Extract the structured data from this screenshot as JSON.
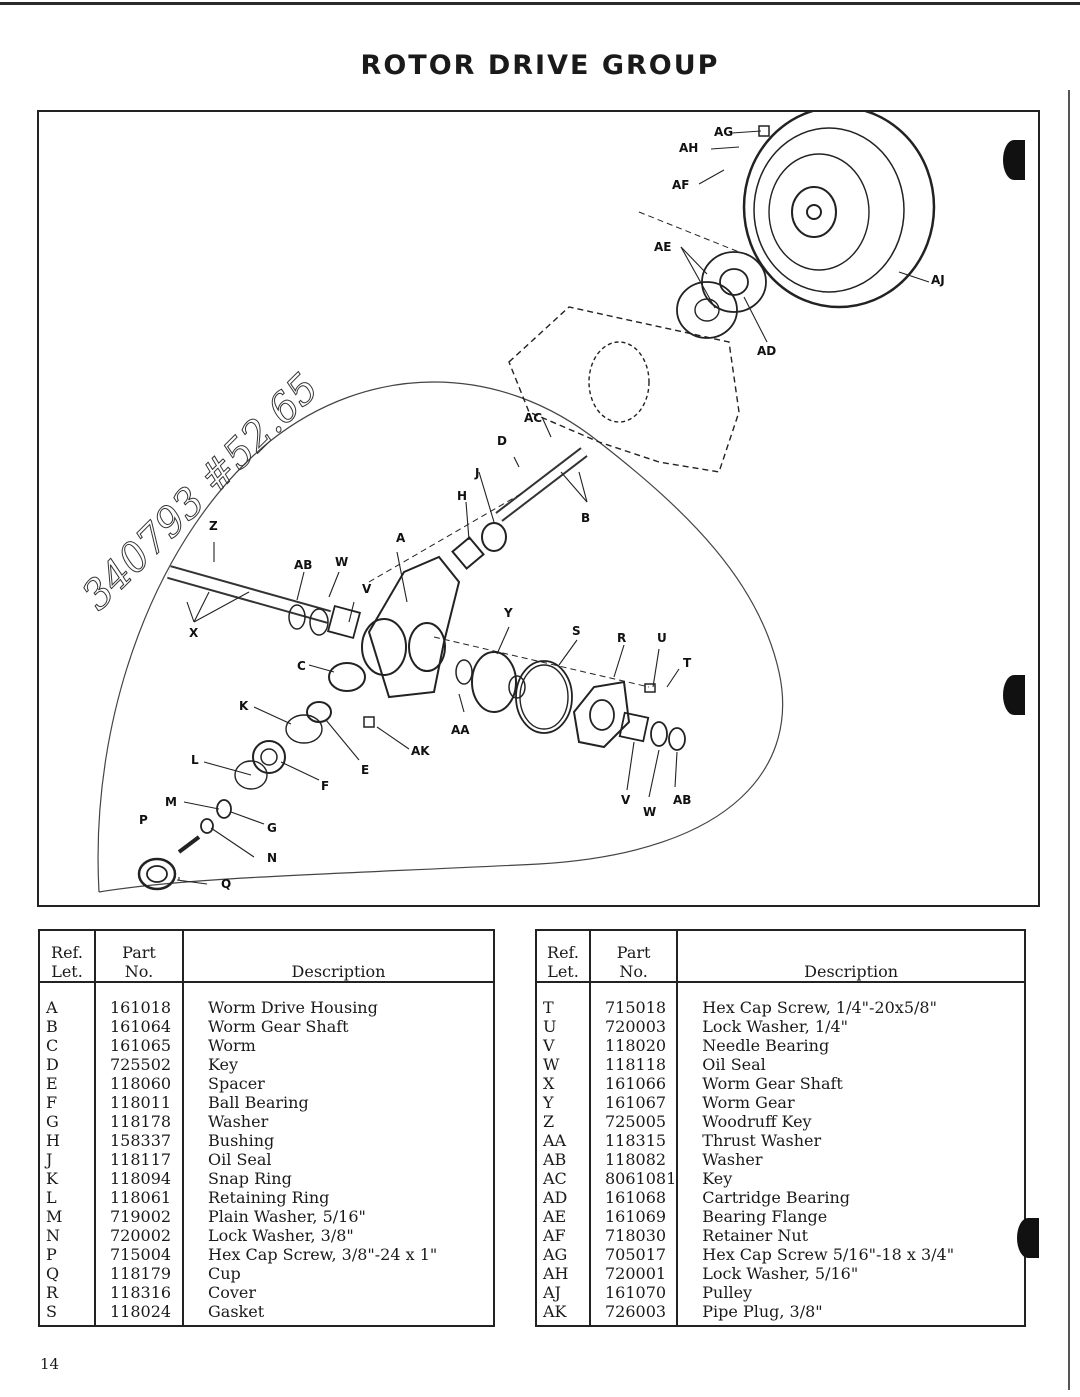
{
  "page": {
    "title": "ROTOR DRIVE GROUP",
    "page_number": "14",
    "handwritten_note": "340793 #52.65"
  },
  "diagram": {
    "labels": {
      "AG": "AG",
      "AH": "AH",
      "AF": "AF",
      "AE": "AE",
      "AJ": "AJ",
      "AD": "AD",
      "AC": "AC",
      "D": "D",
      "J": "J",
      "H": "H",
      "B": "B",
      "Z": "Z",
      "A": "A",
      "AB1": "AB",
      "W1": "W",
      "V1": "V",
      "X": "X",
      "Y": "Y",
      "S": "S",
      "R": "R",
      "U": "U",
      "T": "T",
      "C": "C",
      "K": "K",
      "AA": "AA",
      "AK": "AK",
      "E": "E",
      "L": "L",
      "F": "F",
      "M": "M",
      "P": "P",
      "G": "G",
      "N": "N",
      "Q": "Q",
      "V2": "V",
      "W2": "W",
      "AB2": "AB"
    }
  },
  "table_headers": {
    "ref_line1": "Ref.",
    "ref_line2": "Let.",
    "part_line1": "Part",
    "part_line2": "No.",
    "description": "Description"
  },
  "parts_left": [
    {
      "let": "A",
      "no": "161018",
      "desc": "Worm Drive Housing"
    },
    {
      "let": "B",
      "no": "161064",
      "desc": "Worm Gear Shaft"
    },
    {
      "let": "C",
      "no": "161065",
      "desc": "Worm"
    },
    {
      "let": "D",
      "no": "725502",
      "desc": "Key"
    },
    {
      "let": "E",
      "no": "118060",
      "desc": "Spacer"
    },
    {
      "let": "F",
      "no": "118011",
      "desc": "Ball Bearing"
    },
    {
      "let": "G",
      "no": "118178",
      "desc": "Washer"
    },
    {
      "let": "H",
      "no": "158337",
      "desc": "Bushing"
    },
    {
      "let": "J",
      "no": "118117",
      "desc": "Oil Seal"
    },
    {
      "let": "K",
      "no": "118094",
      "desc": "Snap Ring"
    },
    {
      "let": "L",
      "no": "118061",
      "desc": "Retaining Ring"
    },
    {
      "let": "M",
      "no": "719002",
      "desc": "Plain Washer, 5/16\""
    },
    {
      "let": "N",
      "no": "720002",
      "desc": "Lock Washer, 3/8\""
    },
    {
      "let": "P",
      "no": "715004",
      "desc": "Hex Cap Screw, 3/8\"-24 x 1\""
    },
    {
      "let": "Q",
      "no": "118179",
      "desc": "Cup"
    },
    {
      "let": "R",
      "no": "118316",
      "desc": "Cover"
    },
    {
      "let": "S",
      "no": "118024",
      "desc": "Gasket"
    }
  ],
  "parts_right": [
    {
      "let": "T",
      "no": "715018",
      "desc": "Hex Cap Screw, 1/4\"-20x5/8\""
    },
    {
      "let": "U",
      "no": "720003",
      "desc": "Lock Washer, 1/4\""
    },
    {
      "let": "V",
      "no": "118020",
      "desc": "Needle Bearing"
    },
    {
      "let": "W",
      "no": "118118",
      "desc": "Oil Seal"
    },
    {
      "let": "X",
      "no": "161066",
      "desc": "Worm Gear Shaft"
    },
    {
      "let": "Y",
      "no": "161067",
      "desc": "Worm Gear"
    },
    {
      "let": "Z",
      "no": "725005",
      "desc": "Woodruff Key"
    },
    {
      "let": "AA",
      "no": "118315",
      "desc": "Thrust Washer"
    },
    {
      "let": "AB",
      "no": "118082",
      "desc": "Washer"
    },
    {
      "let": "AC",
      "no": "8061081",
      "desc": "Key"
    },
    {
      "let": "AD",
      "no": "161068",
      "desc": "Cartridge Bearing"
    },
    {
      "let": "AE",
      "no": "161069",
      "desc": "Bearing Flange"
    },
    {
      "let": "AF",
      "no": "718030",
      "desc": "Retainer Nut"
    },
    {
      "let": "AG",
      "no": "705017",
      "desc": "Hex Cap Screw 5/16\"-18 x 3/4\""
    },
    {
      "let": "AH",
      "no": "720001",
      "desc": "Lock Washer, 5/16\""
    },
    {
      "let": "AJ",
      "no": "161070",
      "desc": "Pulley"
    },
    {
      "let": "AK",
      "no": "726003",
      "desc": "Pipe Plug, 3/8\""
    }
  ]
}
